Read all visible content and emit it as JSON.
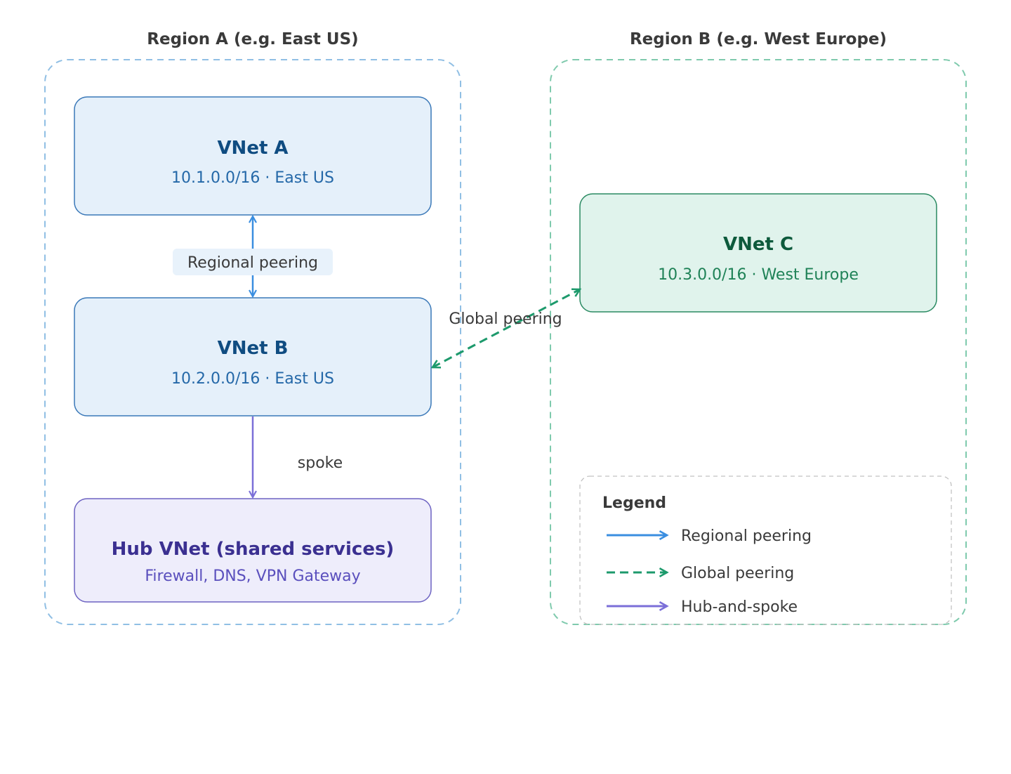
{
  "regions": {
    "a": {
      "title": "Region A (e.g. East US)",
      "stroke": "#90bfe4"
    },
    "b": {
      "title": "Region B (e.g. West Europe)",
      "stroke": "#7fcaad"
    }
  },
  "nodes": {
    "vnet_a": {
      "title": "VNet A",
      "subtitle": "10.1.0.0/16 · East US",
      "fill": "#e5f0fa",
      "stroke": "#3a78b8",
      "title_color": "#0f4c81",
      "sub_color": "#2468a8"
    },
    "vnet_b": {
      "title": "VNet B",
      "subtitle": "10.2.0.0/16 · East US",
      "fill": "#e5f0fa",
      "stroke": "#3a78b8",
      "title_color": "#0f4c81",
      "sub_color": "#2468a8"
    },
    "vnet_c": {
      "title": "VNet C",
      "subtitle": "10.3.0.0/16 · West Europe",
      "fill": "#e0f3ec",
      "stroke": "#2a8a62",
      "title_color": "#0d5a3c",
      "sub_color": "#1f8257"
    },
    "hub": {
      "title": "Hub VNet (shared services)",
      "subtitle": "Firewall, DNS, VPN Gateway",
      "fill": "#eeedfb",
      "stroke": "#6d63c2",
      "title_color": "#3b3091",
      "sub_color": "#5a4fbd"
    }
  },
  "edges": {
    "regional": {
      "label": "Regional peering",
      "color": "#3a8ee0",
      "label_bg": "#e8f2fb"
    },
    "global": {
      "label": "Global peering",
      "color": "#1d9a6c"
    },
    "spoke": {
      "label": "spoke",
      "color": "#7b6fd8"
    }
  },
  "legend": {
    "title": "Legend",
    "items": [
      {
        "label": "Regional peering",
        "color": "#3a8ee0",
        "dashed": false
      },
      {
        "label": "Global peering",
        "color": "#1d9a6c",
        "dashed": true
      },
      {
        "label": "Hub-and-spoke",
        "color": "#7b6fd8",
        "dashed": false
      }
    ]
  }
}
